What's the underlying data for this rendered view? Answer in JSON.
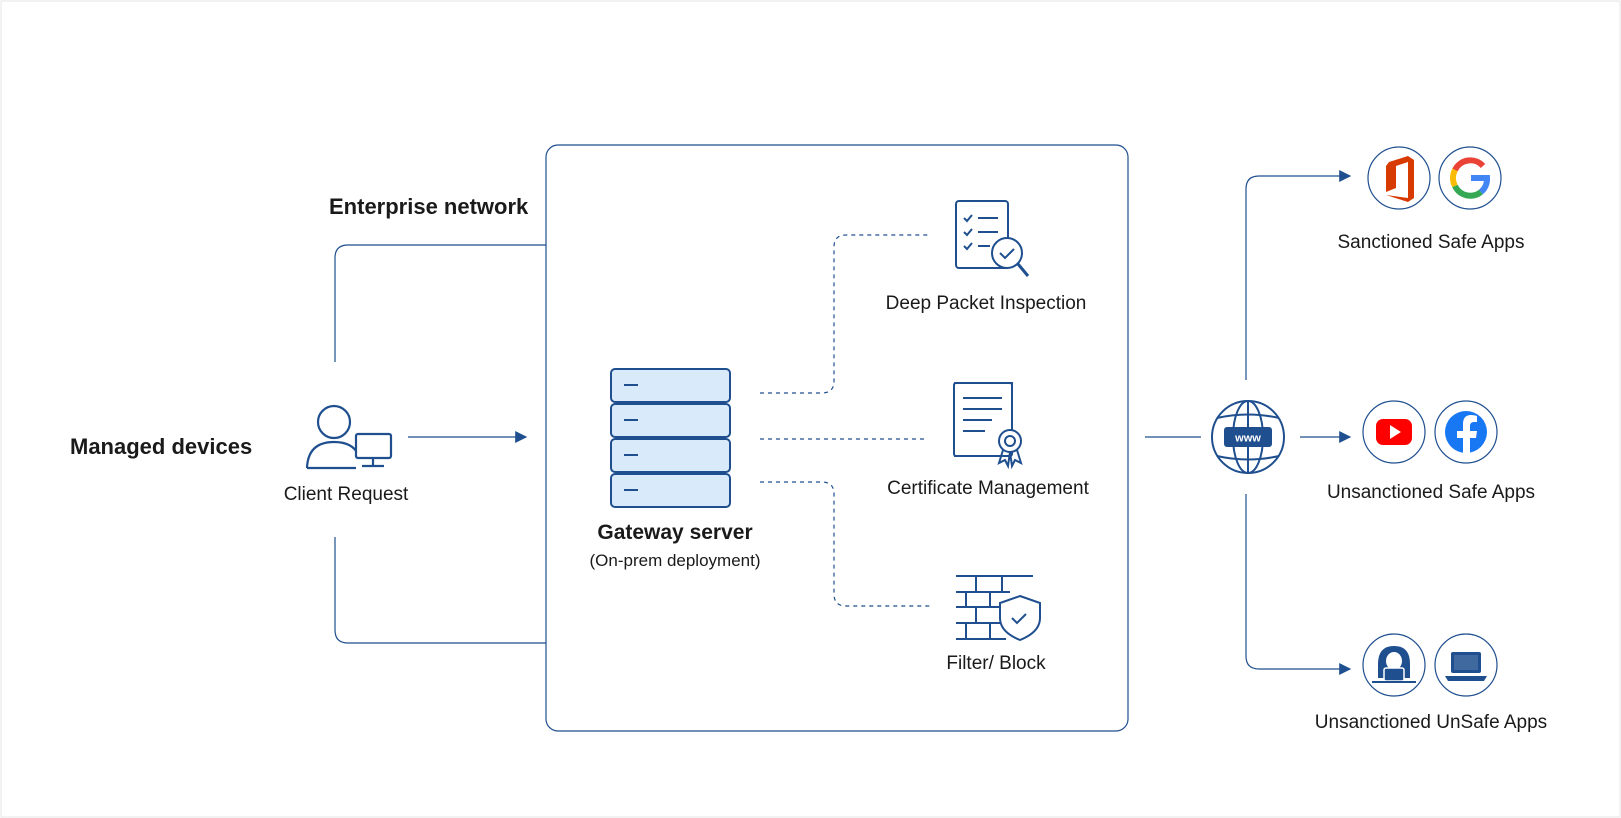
{
  "labels": {
    "managed_devices": "Managed devices",
    "enterprise_network": "Enterprise network",
    "client_request": "Client Request",
    "gateway_server": "Gateway server",
    "gateway_sub": "(On-prem deployment)",
    "deep_packet_inspection": "Deep Packet Inspection",
    "certificate_management": "Certificate Management",
    "filter_block": "Filter/ Block",
    "www": "www",
    "sanctioned_safe": "Sanctioned Safe Apps",
    "unsanctioned_safe": "Unsanctioned Safe Apps",
    "unsanctioned_unsafe": "Unsanctioned UnSafe Apps"
  },
  "icons": {
    "client": "user-computer-icon",
    "server": "server-stack-icon",
    "inspection": "checklist-magnifier-icon",
    "certificate": "certificate-ribbon-icon",
    "firewall": "firewall-shield-icon",
    "globe": "globe-www-icon",
    "app1": "office-icon",
    "app2": "google-icon",
    "app3": "youtube-icon",
    "app4": "facebook-icon",
    "app5": "hacker-icon",
    "app6": "laptop-icon"
  },
  "colors": {
    "primary": "#1f4f8f",
    "server_fill": "#d9ebfa",
    "office_red": "#d83b01",
    "youtube_red": "#ff0000",
    "facebook_blue": "#1877f2"
  }
}
